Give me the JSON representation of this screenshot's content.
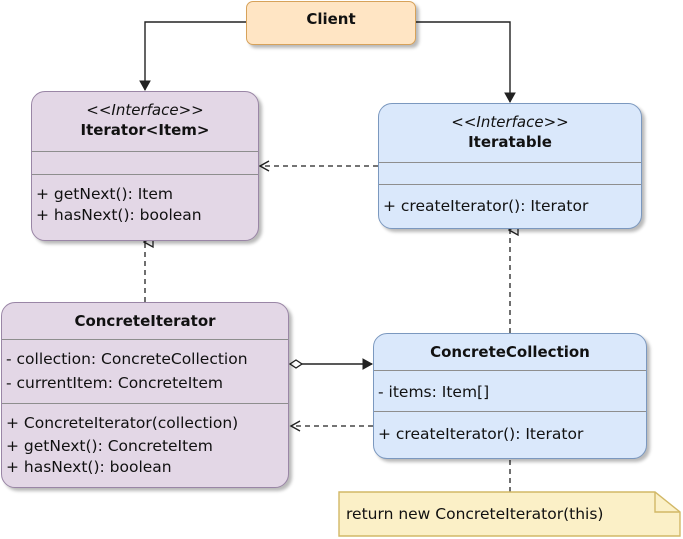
{
  "client": {
    "name": "Client"
  },
  "iterator": {
    "stereotype": "<<Interface>>",
    "name": "Iterator<Item>",
    "methods": [
      "+ getNext(): Item",
      "+ hasNext(): boolean"
    ]
  },
  "iteratable": {
    "stereotype": "<<Interface>>",
    "name": "Iteratable",
    "methods": [
      "+ createIterator(): Iterator"
    ]
  },
  "concrete_iterator": {
    "name": "ConcreteIterator",
    "fields": [
      "- collection: ConcreteCollection",
      "- currentItem: ConcreteItem"
    ],
    "methods": [
      "+ ConcreteIterator(collection)",
      "+ getNext(): ConcreteItem",
      "+ hasNext(): boolean"
    ]
  },
  "concrete_collection": {
    "name": "ConcreteCollection",
    "fields": [
      "- items: Item[]"
    ],
    "methods": [
      "+ createIterator(): Iterator"
    ]
  },
  "note": {
    "text": "return new ConcreteIterator(this)"
  },
  "colors": {
    "interface_purple": "#e3d7e6",
    "interface_blue": "#dae8fb",
    "client_orange": "#ffe5c4",
    "note_yellow": "#fbf0c7"
  }
}
